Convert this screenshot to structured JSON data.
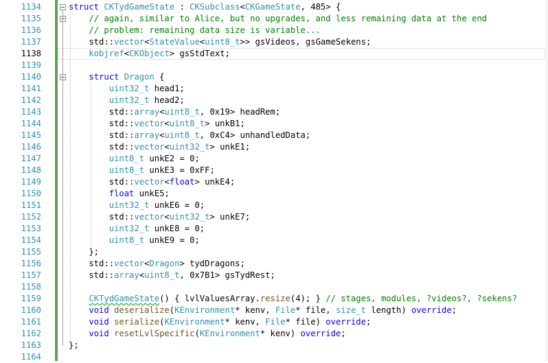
{
  "editor": {
    "first_line": 1134,
    "active_line": 1138,
    "lines": [
      {
        "n": "1134",
        "html": "<span class=\"kw\">struct</span> <span class=\"ty\">CKTydGameState</span> : <span class=\"ty\">CKSubclass</span>&lt;<span class=\"ty\">CKGameState</span>, 485&gt; {"
      },
      {
        "n": "1135",
        "html": "    <span class=\"cm\">// again, similar to Alice, but no upgrades, and less remaining data at the end</span>"
      },
      {
        "n": "1136",
        "html": "    <span class=\"cm\">// problem: remaining data size is variable...</span>"
      },
      {
        "n": "1137",
        "html": "    std::<span class=\"ty\">vector</span>&lt;<span class=\"ty\">StateValue</span>&lt;<span class=\"ty\">uint8_t</span>&gt;&gt; gsVideos, gsGameSekens;"
      },
      {
        "n": "1138",
        "html": "    <span class=\"ty\">kobjref</span>&lt;<span class=\"ty\">CKObject</span>&gt; gsStdText;"
      },
      {
        "n": "1139",
        "html": ""
      },
      {
        "n": "1140",
        "html": "    <span class=\"kw\">struct</span> <span class=\"ty\">Dragon</span> {"
      },
      {
        "n": "1141",
        "html": "        <span class=\"ty\">uint32_t</span> head1;"
      },
      {
        "n": "1142",
        "html": "        <span class=\"ty\">uint32_t</span> head2;"
      },
      {
        "n": "1143",
        "html": "        std::<span class=\"ty\">array</span>&lt;<span class=\"ty\">uint8_t</span>, 0x19&gt; headRem;"
      },
      {
        "n": "1144",
        "html": "        std::<span class=\"ty\">vector</span>&lt;<span class=\"ty\">uint8_t</span>&gt; unkB1;"
      },
      {
        "n": "1145",
        "html": "        std::<span class=\"ty\">array</span>&lt;<span class=\"ty\">uint8_t</span>, 0xC4&gt; unhandledData;"
      },
      {
        "n": "1146",
        "html": "        std::<span class=\"ty\">vector</span>&lt;<span class=\"ty\">uint32_t</span>&gt; unkE1;"
      },
      {
        "n": "1147",
        "html": "        <span class=\"ty\">uint8_t</span> unkE2 = 0;"
      },
      {
        "n": "1148",
        "html": "        <span class=\"ty\">uint8_t</span> unkE3 = 0xFF;"
      },
      {
        "n": "1149",
        "html": "        std::<span class=\"ty\">vector</span>&lt;<span class=\"kw\">float</span>&gt; unkE4;"
      },
      {
        "n": "1150",
        "html": "        <span class=\"kw\">float</span> unkE5;"
      },
      {
        "n": "1151",
        "html": "        <span class=\"ty\">uint32_t</span> unkE6 = 0;"
      },
      {
        "n": "1152",
        "html": "        std::<span class=\"ty\">vector</span>&lt;<span class=\"ty\">uint32_t</span>&gt; unkE7;"
      },
      {
        "n": "1153",
        "html": "        <span class=\"ty\">uint32_t</span> unkE8 = 0;"
      },
      {
        "n": "1154",
        "html": "        <span class=\"ty\">uint8_t</span> unkE9 = 0;"
      },
      {
        "n": "1155",
        "html": "    };"
      },
      {
        "n": "1156",
        "html": "    std::<span class=\"ty\">vector</span>&lt;<span class=\"ty\">Dragon</span>&gt; tydDragons;"
      },
      {
        "n": "1157",
        "html": "    std::<span class=\"ty\">array</span>&lt;<span class=\"ty\">uint8_t</span>, 0x7B1&gt; gsTydRest;"
      },
      {
        "n": "1158",
        "html": ""
      },
      {
        "n": "1159",
        "html": "    <span class=\"ty sq\">CKTydGameState</span>() { lvlValuesArray.<span class=\"fn\">resize</span>(4); } <span class=\"cm\">// stages, modules, ?videos?, ?sekens?</span>"
      },
      {
        "n": "1160",
        "html": "    <span class=\"kw\">void</span> <span class=\"fn\">deserialize</span>(<span class=\"ty\">KEnvironment</span>* kenv, <span class=\"ty\">File</span>* file, <span class=\"ty\">size_t</span> length) <span class=\"kw\">override</span>;"
      },
      {
        "n": "1161",
        "html": "    <span class=\"kw\">void</span> <span class=\"fn\">serialize</span>(<span class=\"ty\">KEnvironment</span>* kenv, <span class=\"ty\">File</span>* file) <span class=\"kw\">override</span>;"
      },
      {
        "n": "1162",
        "html": "    <span class=\"kw\">void</span> <span class=\"fn\">resetLvlSpecific</span>(<span class=\"ty\">KEnvironment</span>* kenv) <span class=\"kw\">override</span>;"
      },
      {
        "n": "1163",
        "html": "};"
      },
      {
        "n": "1164",
        "html": ""
      }
    ]
  }
}
